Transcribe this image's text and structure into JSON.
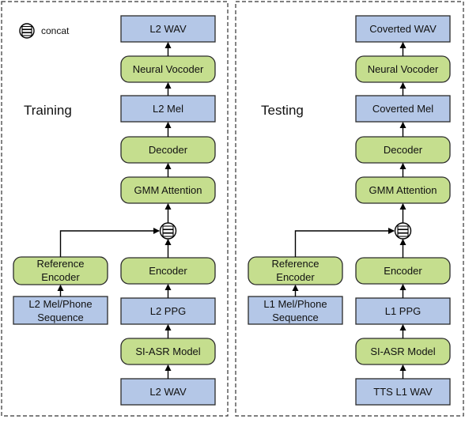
{
  "legend": {
    "concat_label": "concat",
    "icon": "concat-icon"
  },
  "colors": {
    "data_box": "#b4c7e7",
    "module_box": "#c5de8e"
  },
  "training": {
    "title": "Training",
    "l2_wav_out": "L2 WAV",
    "neural_vocoder": "Neural Vocoder",
    "l2_mel": "L2 Mel",
    "decoder": "Decoder",
    "gmm_attention": "GMM Attention",
    "encoder": "Encoder",
    "l2_ppg": "L2 PPG",
    "si_asr_model": "SI-ASR Model",
    "l2_wav_in": "L2 WAV",
    "reference_encoder_line1": "Reference",
    "reference_encoder_line2": "Encoder",
    "mel_phone_line1": "L2 Mel/Phone",
    "mel_phone_line2": "Sequence"
  },
  "testing": {
    "title": "Testing",
    "converted_wav": "Coverted WAV",
    "neural_vocoder": "Neural Vocoder",
    "converted_mel": "Coverted Mel",
    "decoder": "Decoder",
    "gmm_attention": "GMM Attention",
    "encoder": "Encoder",
    "l1_ppg": "L1 PPG",
    "si_asr_model": "SI-ASR Model",
    "tts_l1_wav": "TTS L1 WAV",
    "reference_encoder_line1": "Reference",
    "reference_encoder_line2": "Encoder",
    "mel_phone_line1": "L1 Mel/Phone",
    "mel_phone_line2": "Sequence"
  }
}
